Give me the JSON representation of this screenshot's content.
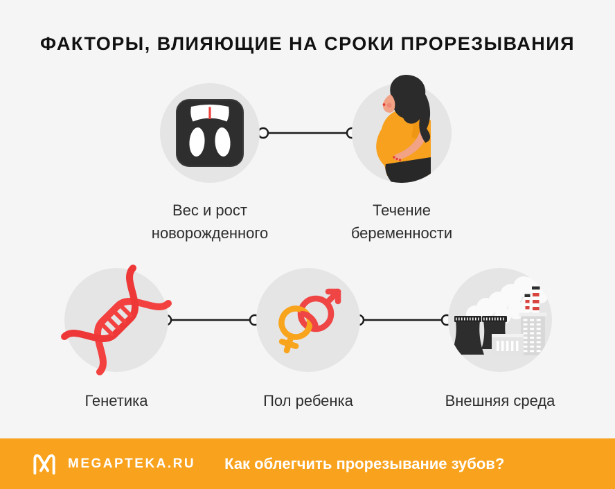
{
  "title": "ФАКТОРЫ, ВЛИЯЮЩИЕ НА СРОКИ ПРОРЕЗЫВАНИЯ",
  "factors": [
    {
      "label": "Вес и рост новорожденного",
      "icon": "scale-icon"
    },
    {
      "label": "Течение беременности",
      "icon": "pregnant-woman-icon"
    },
    {
      "label": "Генетика",
      "icon": "dna-icon"
    },
    {
      "label": "Пол ребенка",
      "icon": "gender-icon"
    },
    {
      "label": "Внешняя среда",
      "icon": "factory-icon"
    }
  ],
  "footer": {
    "brand": "MEGAPTEKA.RU",
    "question": "Как облегчить прорезывание зубов?",
    "logo_icon": "megapteka-logo-icon"
  },
  "colors": {
    "background": "#f5f5f5",
    "icon_circle": "#e5e5e5",
    "accent_orange": "#f9a21d",
    "illustration_red": "#f2413f",
    "illustration_dark": "#2d2d2d",
    "connector": "#1c1c1c",
    "text_dark": "#2d2d2d",
    "footer_text": "#ffffff"
  }
}
